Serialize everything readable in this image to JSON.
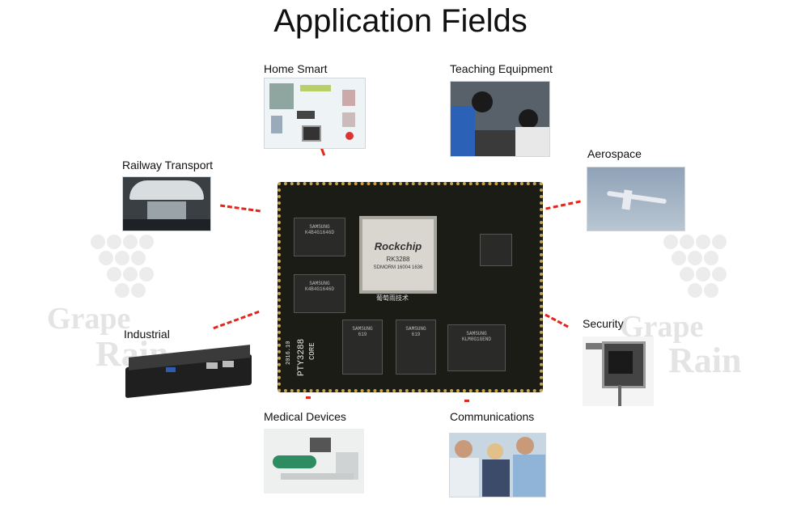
{
  "title": "Application Fields",
  "fields": {
    "home_smart": "Home Smart",
    "teaching_equipment": "Teaching Equipment",
    "railway_transport": "Railway Transport",
    "aerospace": "Aerospace",
    "industrial": "Industrial",
    "security": "Security",
    "medical_devices": "Medical Devices",
    "communications": "Communications"
  },
  "watermark": {
    "line1": "Grape",
    "line2": "Rain"
  },
  "board": {
    "soc_brand": "Rockchip",
    "soc_model": "RK3288",
    "soc_code": "SDMORM 16004 1636",
    "label_top": "PTY3288",
    "label_sub": "CORE",
    "label_date": "2016.10",
    "chinese_mark": "葡萄雨技术"
  },
  "colors": {
    "connector": "#e1261c",
    "pcb": "#1c1c17",
    "gold": "#c8a44a"
  }
}
